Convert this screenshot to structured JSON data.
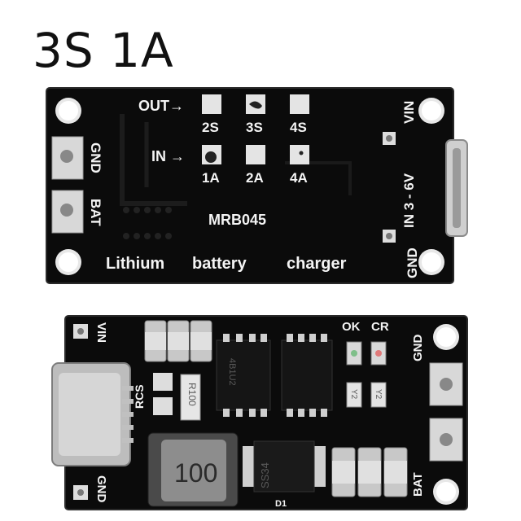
{
  "title": "3S 1A",
  "top_board": {
    "out_label": "OUT→",
    "in_label": "IN →",
    "out_options": [
      "2S",
      "3S",
      "4S"
    ],
    "in_options": [
      "1A",
      "2A",
      "4A"
    ],
    "model": "MRB045",
    "caption_words": [
      "Lithium",
      "battery",
      "charger"
    ],
    "gnd_label": "GND",
    "bat_label": "BAT",
    "vin_label": "VIN",
    "input_range": "IN  3 - 6V",
    "gnd_right_label": "GND"
  },
  "bottom_board": {
    "vin_label": "VIN",
    "gnd_label": "GND",
    "rcs_label": "RCS",
    "resistor_code": "R100",
    "inductor_code": "100",
    "diode_code": "SS34",
    "diode_ref": "D1",
    "ok_label": "OK",
    "cr_label": "CR",
    "gnd_right_label": "GND",
    "bat_label": "BAT",
    "ic1_code": "4B1U2",
    "ic2_code": "",
    "small_resistor_codes": [
      "Y2",
      "Y2"
    ]
  }
}
